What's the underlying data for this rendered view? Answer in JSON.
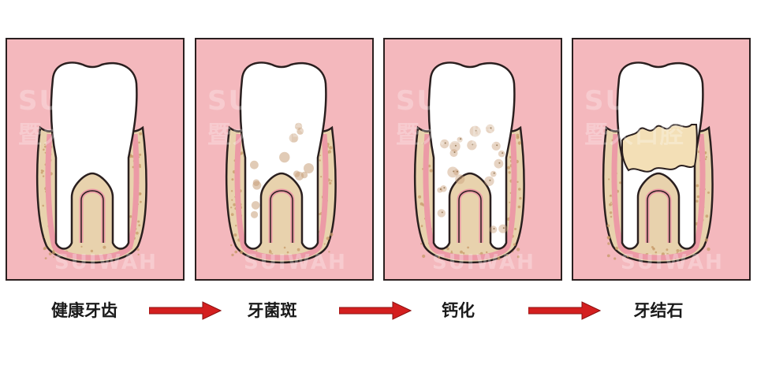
{
  "watermark": {
    "brand": "SUIWAH",
    "brand_top": "SUI",
    "chinese": "暨大口腔"
  },
  "stages": [
    {
      "label": "健康牙齿",
      "kind": "healthy"
    },
    {
      "label": "牙菌斑",
      "kind": "plaque"
    },
    {
      "label": "钙化",
      "kind": "calcified"
    },
    {
      "label": "牙结石",
      "kind": "tartar"
    }
  ],
  "colors": {
    "panel_bg": "#f4b8bd",
    "gum": "#e8d2ad",
    "gum_dots": "#c79a6a",
    "gum_lining": "#ec9aa6",
    "outline": "#2a1f1f",
    "tooth": "#ffffff",
    "plaque_spots": "#c9a07a",
    "tartar": "#f3dfb6",
    "arrow": "#d41f1f"
  },
  "arrow_icon": "right-arrow-icon"
}
